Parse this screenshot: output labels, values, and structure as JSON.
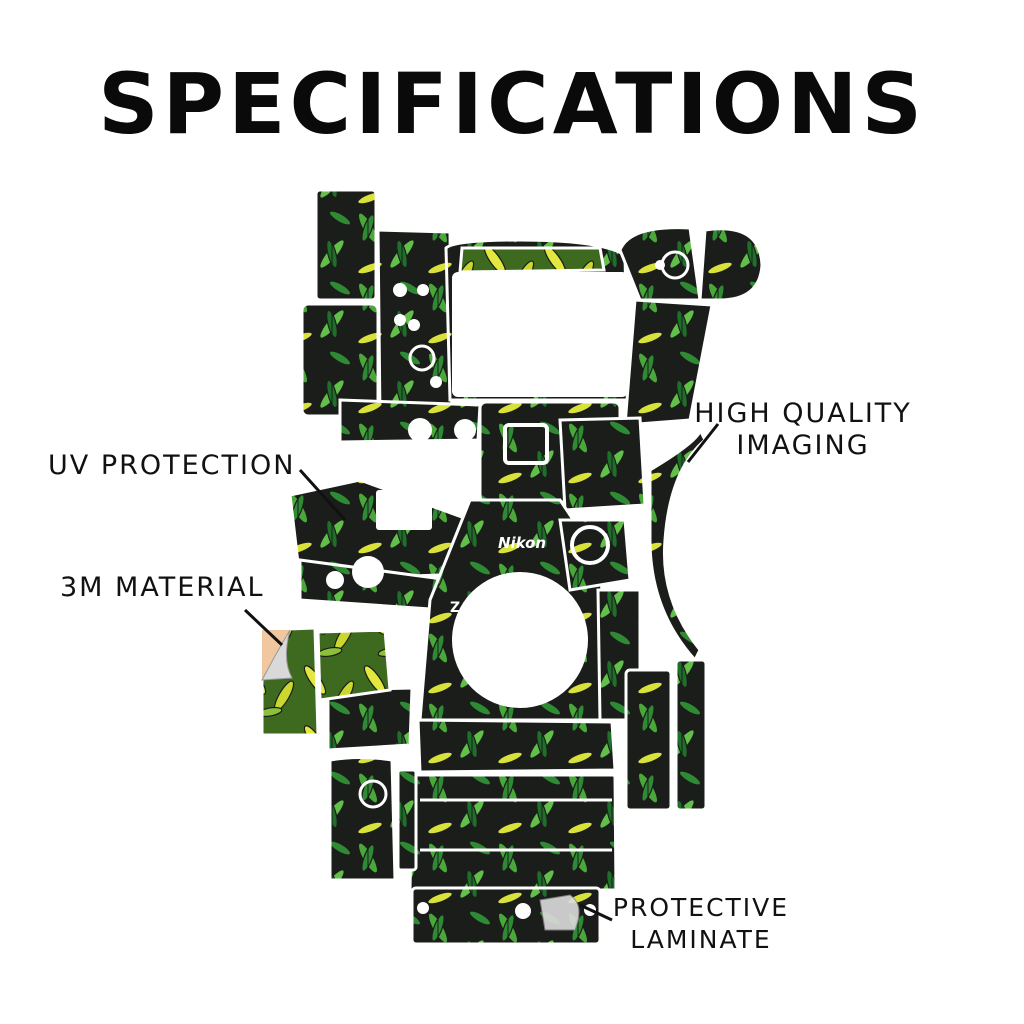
{
  "title": "SPECIFICATIONS",
  "labels": {
    "uv": "UV PROTECTION",
    "material": "3M MATERIAL",
    "imaging_line1": "HIGH QUALITY",
    "imaging_line2": "IMAGING",
    "laminate_line1": "PROTECTIVE",
    "laminate_line2": "LAMINATE"
  },
  "brand_mark": "Nikon",
  "model_mark": "Z",
  "colors": {
    "skin_base": "#1b1d1a",
    "leaf_green": "#4aa83a",
    "leaf_dark": "#1f6e2a",
    "leaf_yellow": "#d9e23a",
    "backing": "#f1c7a0"
  }
}
